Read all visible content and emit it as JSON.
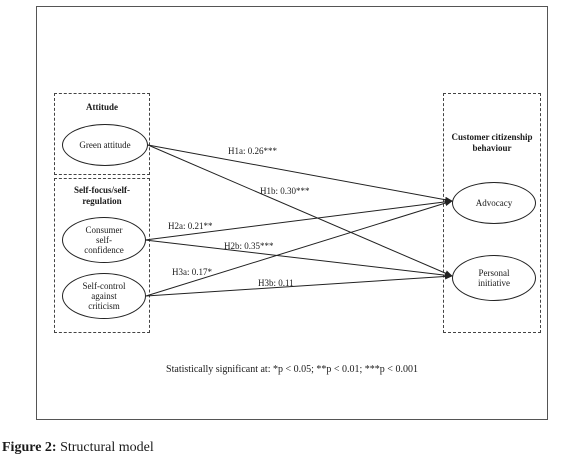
{
  "groups": {
    "attitude": {
      "title": "Attitude"
    },
    "self_focus": {
      "title_lines": [
        "Self-focus/self-",
        "regulation"
      ]
    },
    "customer": {
      "title_lines": [
        "Customer citizenship",
        "behaviour"
      ]
    }
  },
  "nodes": {
    "green_attitude": {
      "lines": [
        "Green attitude"
      ]
    },
    "consumer_confidence": {
      "lines": [
        "Consumer",
        "self-",
        "confidence"
      ]
    },
    "self_control": {
      "lines": [
        "Self-control",
        "against",
        "criticism"
      ]
    },
    "advocacy": {
      "lines": [
        "Advocacy"
      ]
    },
    "personal_initiative": {
      "lines": [
        "Personal",
        "initiative"
      ]
    }
  },
  "paths": {
    "h1a": "H1a: 0.26***",
    "h1b": "H1b: 0.30***",
    "h2a": "H2a: 0.21**",
    "h2b": "H2b: 0.35***",
    "h3a": "H3a: 0.17*",
    "h3b": "H3b: 0.11"
  },
  "significance_note": "Statistically significant at: *p < 0.05; **p < 0.01; ***p < 0.001",
  "caption": {
    "label": "Figure 2:",
    "text": " Structural model"
  },
  "colors": {
    "line": "#222222",
    "border": "#444444"
  }
}
